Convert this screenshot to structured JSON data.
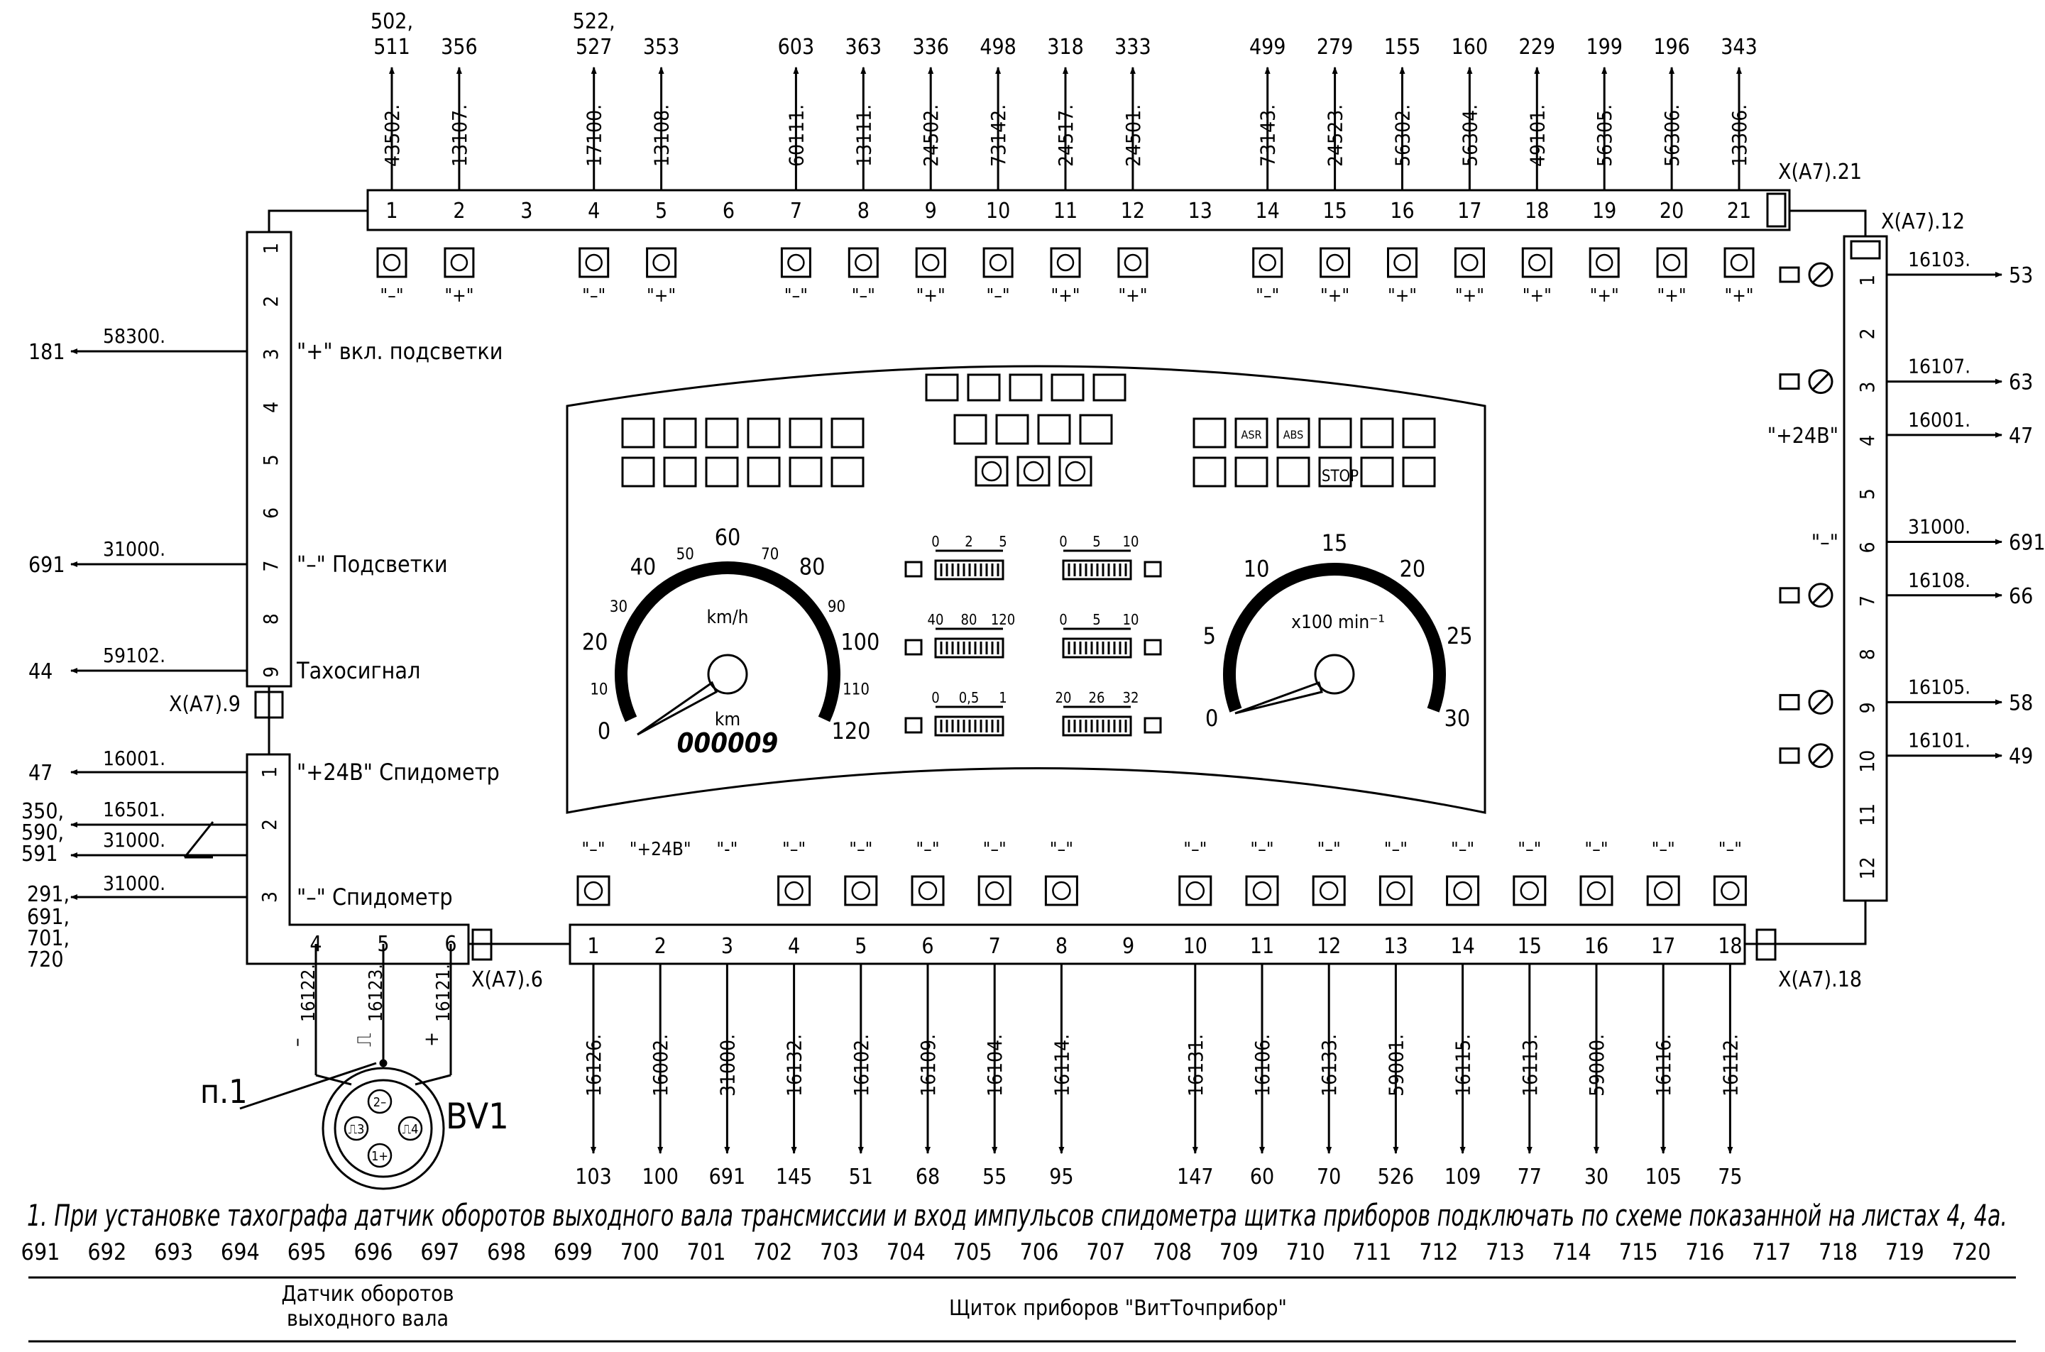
{
  "top_connector": {
    "name": "X(A7).21",
    "pins": [
      "1",
      "2",
      "3",
      "4",
      "5",
      "6",
      "7",
      "8",
      "9",
      "10",
      "11",
      "12",
      "13",
      "14",
      "15",
      "16",
      "17",
      "18",
      "19",
      "20",
      "21"
    ],
    "wires": [
      {
        "pin": 1,
        "wire": "43502.",
        "dest": [
          "502,",
          "511"
        ]
      },
      {
        "pin": 2,
        "wire": "13107.",
        "dest": [
          "356"
        ]
      },
      {
        "pin": 4,
        "wire": "17100.",
        "dest": [
          "522,",
          "527"
        ]
      },
      {
        "pin": 5,
        "wire": "13108.",
        "dest": [
          "353"
        ]
      },
      {
        "pin": 7,
        "wire": "60111.",
        "dest": [
          "603"
        ]
      },
      {
        "pin": 8,
        "wire": "13111.",
        "dest": [
          "363"
        ]
      },
      {
        "pin": 9,
        "wire": "24502.",
        "dest": [
          "336"
        ]
      },
      {
        "pin": 10,
        "wire": "73142.",
        "dest": [
          "498"
        ]
      },
      {
        "pin": 11,
        "wire": "24517.",
        "dest": [
          "318"
        ]
      },
      {
        "pin": 12,
        "wire": "24501.",
        "dest": [
          "333"
        ]
      },
      {
        "pin": 14,
        "wire": "73143.",
        "dest": [
          "499"
        ]
      },
      {
        "pin": 15,
        "wire": "24523.",
        "dest": [
          "279"
        ]
      },
      {
        "pin": 16,
        "wire": "56302.",
        "dest": [
          "155"
        ]
      },
      {
        "pin": 17,
        "wire": "56304.",
        "dest": [
          "160"
        ]
      },
      {
        "pin": 18,
        "wire": "49101.",
        "dest": [
          "229"
        ]
      },
      {
        "pin": 19,
        "wire": "56305.",
        "dest": [
          "199"
        ]
      },
      {
        "pin": 20,
        "wire": "56306.",
        "dest": [
          "196"
        ]
      },
      {
        "pin": 21,
        "wire": "13306.",
        "dest": [
          "343"
        ]
      }
    ],
    "signs": [
      {
        "pin": 1,
        "s": "\"–\""
      },
      {
        "pin": 2,
        "s": "\"+\""
      },
      {
        "pin": 4,
        "s": "\"–\""
      },
      {
        "pin": 5,
        "s": "\"+\""
      },
      {
        "pin": 7,
        "s": "\"–\""
      },
      {
        "pin": 8,
        "s": "\"–\""
      },
      {
        "pin": 9,
        "s": "\"+\""
      },
      {
        "pin": 10,
        "s": "\"–\""
      },
      {
        "pin": 11,
        "s": "\"+\""
      },
      {
        "pin": 12,
        "s": "\"+\""
      },
      {
        "pin": 14,
        "s": "\"–\""
      },
      {
        "pin": 15,
        "s": "\"+\""
      },
      {
        "pin": 16,
        "s": "\"+\""
      },
      {
        "pin": 17,
        "s": "\"+\""
      },
      {
        "pin": 18,
        "s": "\"+\""
      },
      {
        "pin": 19,
        "s": "\"+\""
      },
      {
        "pin": 20,
        "s": "\"+\""
      },
      {
        "pin": 21,
        "s": "\"+\""
      }
    ]
  },
  "left_connector_9": {
    "name": "X(A7).9",
    "pins": [
      "1",
      "2",
      "3",
      "4",
      "5",
      "6",
      "7",
      "8",
      "9"
    ],
    "wires": [
      {
        "pin": 3,
        "wire": "58300.",
        "dest": "181",
        "label": "\"+\" вкл. подсветки"
      },
      {
        "pin": 7,
        "wire": "31000.",
        "dest": "691",
        "label": "\"–\" Подсветки"
      },
      {
        "pin": 9,
        "wire": "59102.",
        "dest": "44",
        "label": "Тахосигнал"
      }
    ]
  },
  "left_connector_6": {
    "name": "X(A7).6",
    "pins_left": [
      "1",
      "2",
      "3"
    ],
    "pins_bottom": [
      "4",
      "5",
      "6"
    ],
    "wires": [
      {
        "pin": 1,
        "wire": "16001.",
        "dest": [
          "47"
        ],
        "label": "\"+24В\" Спидометр"
      },
      {
        "pin": 2,
        "wire": "16501.",
        "dest": [
          "350,",
          "590,",
          "591"
        ],
        "label": ""
      },
      {
        "pin": 2,
        "wire": "31000.",
        "dest": [],
        "label": ""
      },
      {
        "pin": 3,
        "wire": "31000.",
        "dest": [
          "291,",
          "691,",
          "701,",
          "720"
        ],
        "label": "\"–\" Спидометр"
      }
    ],
    "bottom_wires": [
      {
        "pin": 4,
        "wire": "16122.",
        "sign": "–"
      },
      {
        "pin": 5,
        "wire": "16123.",
        "sign": "⎍"
      },
      {
        "pin": 6,
        "wire": "16121.",
        "sign": "+"
      }
    ]
  },
  "right_connector": {
    "name": "X(A7).12",
    "pins": [
      "1",
      "2",
      "3",
      "4",
      "5",
      "6",
      "7",
      "8",
      "9",
      "10",
      "11",
      "12"
    ],
    "wires": [
      {
        "pin": 1,
        "wire": "16103.",
        "dest": "53",
        "label": ""
      },
      {
        "pin": 3,
        "wire": "16107.",
        "dest": "63",
        "label": ""
      },
      {
        "pin": 4,
        "wire": "16001.",
        "dest": "47",
        "label": "\"+24В\""
      },
      {
        "pin": 6,
        "wire": "31000.",
        "dest": "691",
        "label": "\"–\""
      },
      {
        "pin": 7,
        "wire": "16108.",
        "dest": "66",
        "label": ""
      },
      {
        "pin": 9,
        "wire": "16105.",
        "dest": "58",
        "label": ""
      },
      {
        "pin": 10,
        "wire": "16101.",
        "dest": "49",
        "label": ""
      }
    ]
  },
  "bottom_connector": {
    "name": "X(A7).18",
    "pins": [
      "1",
      "2",
      "3",
      "4",
      "5",
      "6",
      "7",
      "8",
      "9",
      "10",
      "11",
      "12",
      "13",
      "14",
      "15",
      "16",
      "17",
      "18"
    ],
    "wires": [
      {
        "pin": 1,
        "wire": "16126.",
        "dest": "103"
      },
      {
        "pin": 2,
        "wire": "16002.",
        "dest": "100"
      },
      {
        "pin": 3,
        "wire": "31000.",
        "dest": "691"
      },
      {
        "pin": 4,
        "wire": "16132.",
        "dest": "145"
      },
      {
        "pin": 5,
        "wire": "16102.",
        "dest": "51"
      },
      {
        "pin": 6,
        "wire": "16109.",
        "dest": "68"
      },
      {
        "pin": 7,
        "wire": "16104.",
        "dest": "55"
      },
      {
        "pin": 8,
        "wire": "16114.",
        "dest": "95"
      },
      {
        "pin": 10,
        "wire": "16131.",
        "dest": "147"
      },
      {
        "pin": 11,
        "wire": "16106.",
        "dest": "60"
      },
      {
        "pin": 12,
        "wire": "16133.",
        "dest": "70"
      },
      {
        "pin": 13,
        "wire": "59001.",
        "dest": "526"
      },
      {
        "pin": 14,
        "wire": "16115.",
        "dest": "109"
      },
      {
        "pin": 15,
        "wire": "16113.",
        "dest": "77"
      },
      {
        "pin": 16,
        "wire": "59000.",
        "dest": "30"
      },
      {
        "pin": 17,
        "wire": "16116.",
        "dest": "105"
      },
      {
        "pin": 18,
        "wire": "16112.",
        "dest": "75"
      }
    ],
    "signs": [
      {
        "pin": 1,
        "s": "\"–\""
      },
      {
        "pin": 2,
        "s": "\"+24В\""
      },
      {
        "pin": 3,
        "s": "\"-\""
      },
      {
        "pin": 4,
        "s": "\"–\""
      },
      {
        "pin": 5,
        "s": "\"–\""
      },
      {
        "pin": 6,
        "s": "\"–\""
      },
      {
        "pin": 7,
        "s": "\"–\""
      },
      {
        "pin": 8,
        "s": "\"–\""
      },
      {
        "pin": 10,
        "s": "\"–\""
      },
      {
        "pin": 11,
        "s": "\"–\""
      },
      {
        "pin": 12,
        "s": "\"–\""
      },
      {
        "pin": 13,
        "s": "\"–\""
      },
      {
        "pin": 14,
        "s": "\"–\""
      },
      {
        "pin": 15,
        "s": "\"–\""
      },
      {
        "pin": 16,
        "s": "\"–\""
      },
      {
        "pin": 17,
        "s": "\"–\""
      },
      {
        "pin": 18,
        "s": "\"–\""
      }
    ]
  },
  "panel": {
    "speedo_ticks": [
      "0",
      "10",
      "20",
      "30",
      "40",
      "50",
      "60",
      "70",
      "80",
      "90",
      "100",
      "110",
      "120"
    ],
    "speedo_unit": "km/h",
    "odo_unit": "km",
    "odo_value": "000009",
    "tacho_ticks": [
      "0",
      "5",
      "10",
      "15",
      "20",
      "25",
      "30"
    ],
    "tacho_unit": "x100 min⁻¹",
    "gauges": [
      {
        "labels": [
          "0",
          "2",
          "5"
        ]
      },
      {
        "labels": [
          "40",
          "80",
          "120"
        ]
      },
      {
        "labels": [
          "0",
          "0,5",
          "1"
        ]
      },
      {
        "labels": [
          "0",
          "5",
          "10"
        ]
      },
      {
        "labels": [
          "0",
          "5",
          "10"
        ]
      },
      {
        "labels": [
          "20",
          "26",
          "32"
        ]
      }
    ],
    "warn_stop": "STOP",
    "warn_asr": "ASR",
    "warn_abs": "ABS"
  },
  "sensor": {
    "name": "BV1",
    "callout": "п.1",
    "pins": [
      "2–",
      "⎍4",
      "⎍3",
      "1+"
    ]
  },
  "note": "1. При установке тахографа датчик оборотов выходного вала трансмиссии и вход импульсов спидометра щитка приборов подключать по схеме показанной на листах 4, 4а.",
  "ruler": [
    "691",
    "692",
    "693",
    "694",
    "695",
    "696",
    "697",
    "698",
    "699",
    "700",
    "701",
    "702",
    "703",
    "704",
    "705",
    "706",
    "707",
    "708",
    "709",
    "710",
    "711",
    "712",
    "713",
    "714",
    "715",
    "716",
    "717",
    "718",
    "719",
    "720"
  ],
  "footer": {
    "left": [
      "Датчик оборотов",
      "выходного вала"
    ],
    "right": "Щиток приборов \"ВитТочприбор\""
  }
}
